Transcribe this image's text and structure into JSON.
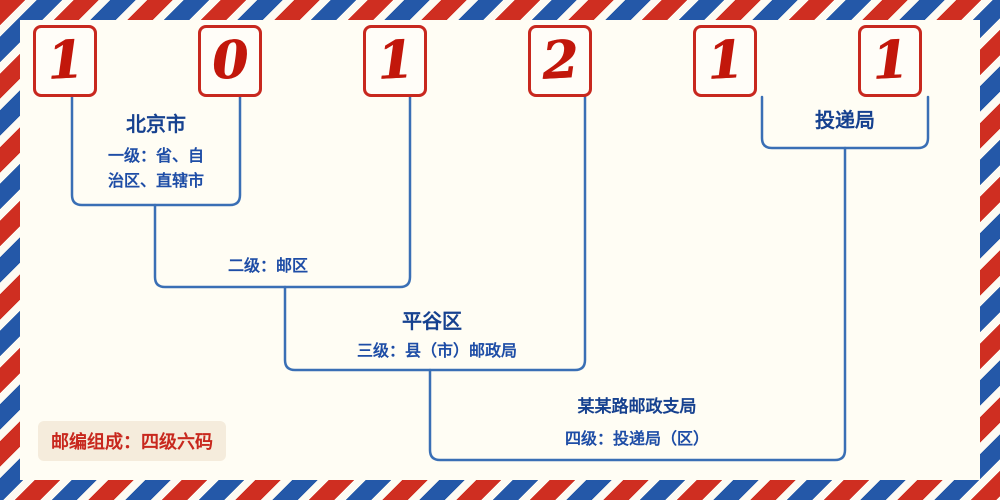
{
  "postal_code": {
    "digits": [
      "1",
      "0",
      "1",
      "2",
      "1",
      "1"
    ]
  },
  "labels": {
    "province_name": "北京市",
    "level1_desc": "一级：省、自\n治区、直辖市",
    "level2_desc": "二级：邮区",
    "county_name": "平谷区",
    "level3_desc": "三级：县（市）邮政局",
    "branch_name": "某某路邮政支局",
    "level4_desc": "四级：投递局（区）",
    "delivery_name": "投递局",
    "note": "邮编组成：四级六码"
  },
  "colors": {
    "digit_red": "#c2170b",
    "box_border_red": "#c8281e",
    "line_blue": "#3a6fb5",
    "text_blue": "#1e4da6",
    "name_blue": "#16418f",
    "stripe_red": "#cf2e21",
    "stripe_blue": "#2458a8",
    "note_red": "#c8281e"
  }
}
